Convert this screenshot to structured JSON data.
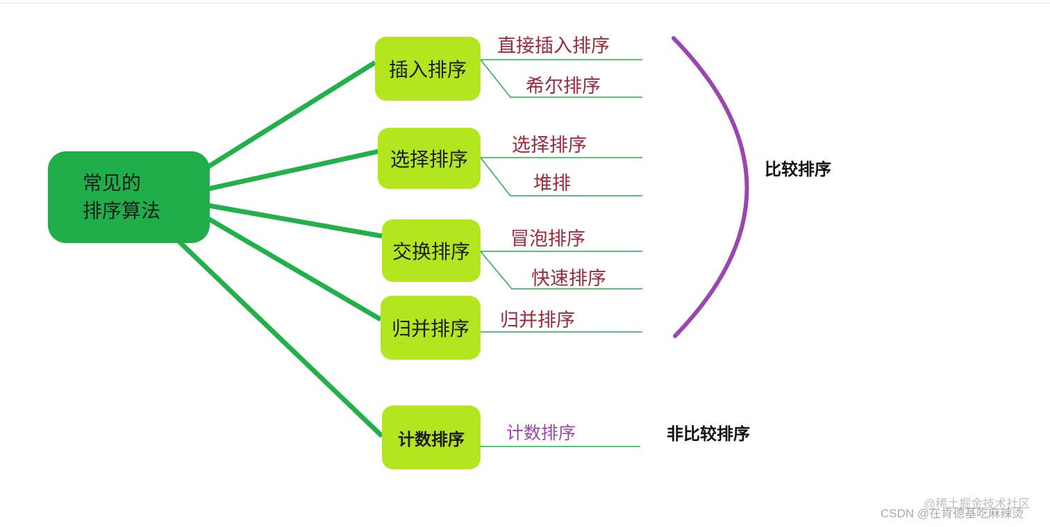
{
  "root": {
    "line1": "常见的",
    "line2": "排序算法"
  },
  "categories": [
    {
      "label": "插入排序",
      "children": [
        "直接插入排序",
        "希尔排序"
      ]
    },
    {
      "label": "选择排序",
      "children": [
        "选择排序",
        "堆排"
      ]
    },
    {
      "label": "交换排序",
      "children": [
        "冒泡排序",
        "快速排序"
      ]
    },
    {
      "label": "归并排序",
      "children": [
        "归并排序"
      ]
    },
    {
      "label": "计数排序",
      "children": [
        "计数排序"
      ]
    }
  ],
  "groups": {
    "comparison": "比较排序",
    "non_comparison": "非比较排序"
  },
  "watermark": {
    "line1": "@稀土掘金技术社区",
    "line2": "CSDN @在肯德基吃麻辣烫"
  },
  "colors": {
    "root_fill": "#1fae4a",
    "category_fill": "#b4e61f",
    "connector": "#22b04a",
    "leaf_text": "#9b2a3a",
    "bracket": "#9b45b0"
  }
}
